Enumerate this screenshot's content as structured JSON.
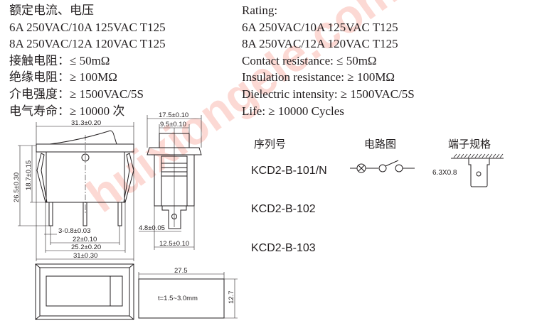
{
  "specs_cn": {
    "rating_label": "额定电流、电压",
    "rating_1": "6A 250VAC/10A 125VAC T125",
    "rating_2": "8A 250VAC/12A 120VAC T125",
    "contact_resistance": "接触电阻：≤ 50mΩ",
    "insulation_resistance": "绝缘电阻：≥ 100MΩ",
    "dielectric": "介电强度：≥ 1500VAC/5S",
    "life": "电气寿命：≥ 10000 次"
  },
  "specs_en": {
    "rating_label": "Rating:",
    "rating_1": "6A 250VAC/10A 125VAC T125",
    "rating_2": "8A 250VAC/12A 120VAC T125",
    "contact_resistance": "Contact resistance: ≤ 50mΩ",
    "insulation_resistance": "Insulation resistance: ≥ 100MΩ",
    "dielectric": "Dielectric intensity: ≥ 1500VAC/5S",
    "life": "Life: ≥ 10000 Cycles"
  },
  "dimensions": {
    "top_width": "31.3±0.20",
    "height_total": "26.5±0.30",
    "height_body": "18.7±0.15",
    "pin": "3-0.8±0.03",
    "pin_pitch": "22±0.10",
    "clip_width": "25.2±0.20",
    "body_width": "31±0.30",
    "side_flange": "17.5±0.10",
    "side_button": "9.5±0.10",
    "terminal_width": "4.8±0.05",
    "side_body": "12.5±0.10",
    "cutout_width": "27.5",
    "cutout_height": "12.7",
    "panel_thickness": "t=1.5~3.0mm"
  },
  "table": {
    "headers": {
      "model": "序列号",
      "circuit": "电路图",
      "terminal": "端子规格"
    },
    "models": [
      "KCD2-B-101/N",
      "KCD2-B-102",
      "KCD2-B-103"
    ],
    "terminal_spec": "6.3X0.8"
  },
  "watermark": "huixiongele.com"
}
